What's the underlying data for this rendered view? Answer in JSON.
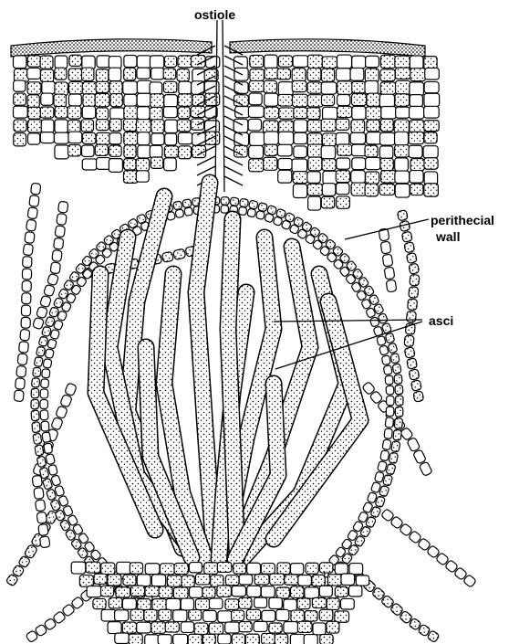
{
  "figure": {
    "labels": {
      "ostiole": "ostiole",
      "perithecial_wall_line1": "perithecial",
      "perithecial_wall_line2": "wall",
      "asci": "asci"
    },
    "colors": {
      "ink": "#000000",
      "paper": "#ffffff"
    }
  }
}
